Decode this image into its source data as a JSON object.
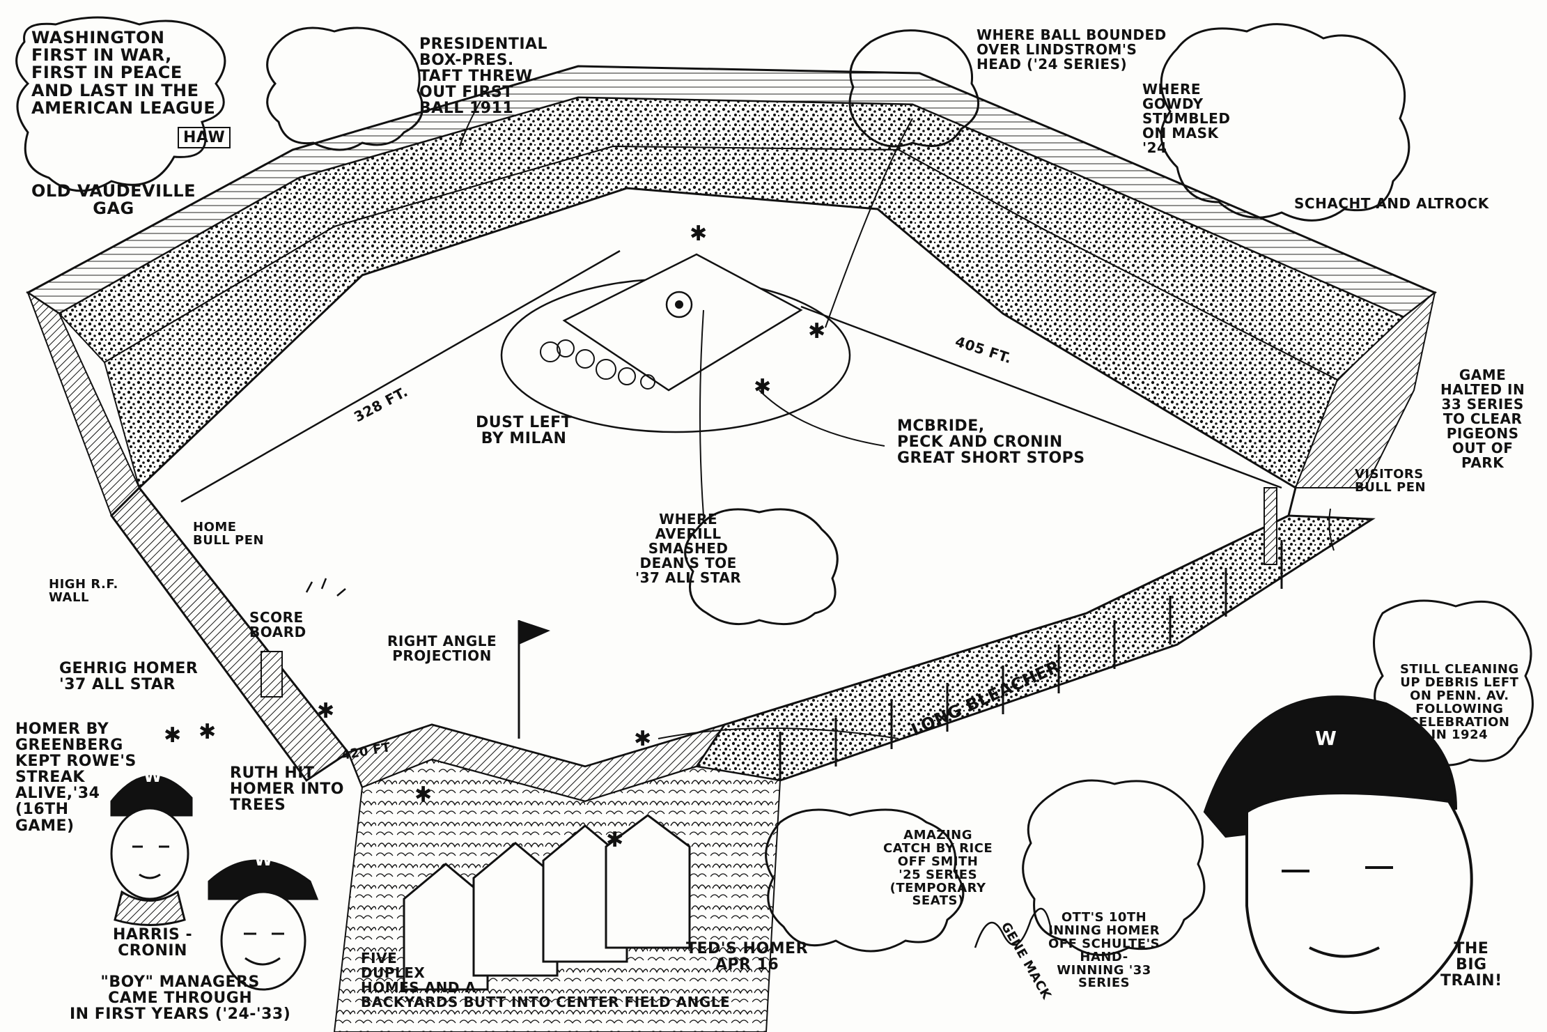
{
  "captions": {
    "washington": "WASHINGTON\nFIRST IN WAR,\nFIRST IN PEACE\nAND LAST IN THE\nAMERICAN LEAGUE",
    "haw": "HAW",
    "vaudeville": "OLD VAUDEVILLE\nGAG",
    "presidential": "PRESIDENTIAL\nBOX-PRES.\nTAFT THREW\nOUT FIRST\nBALL 1911",
    "lindstrom": "WHERE BALL BOUNDED\nOVER LINDSTROM'S\nHEAD ('24 SERIES)",
    "gowdy": "WHERE\nGOWDY\nSTUMBLED\nON MASK\n'24",
    "schacht": "SCHACHT AND ALTROCK",
    "pigeons": "GAME\nHALTED IN\n33 SERIES\nTO CLEAR\nPIGEONS\nOUT OF\nPARK",
    "dist_405": "405 FT.",
    "dist_328": "328 FT.",
    "dust": "DUST LEFT\nBY MILAN",
    "shortstops": "McBRIDE,\nPECK AND CRONIN\nGREAT SHORT STOPS",
    "visitors_pen": "VISITORS\nBULL PEN",
    "home_pen": "HOME\nBULL PEN",
    "averill": "WHERE\nAVERILL\nSMASHED\nDEAN'S TOE\n'37 ALL STAR",
    "high_rf": "HIGH R.F.\nWALL",
    "scoreboard": "SCORE\nBOARD",
    "right_angle": "RIGHT ANGLE\nPROJECTION",
    "gehrig": "GEHRIG HOMER\n'37 ALL STAR",
    "greenberg": "HOMER BY\nGREENBERG\nKEPT ROWE'S\nSTREAK\nALIVE,'34\n(16TH\nGAME)",
    "ruth": "RUTH HIT\nHOMER INTO\nTREES",
    "dist_420": "420 FT",
    "long_bleacher": "LONG BLEACHER",
    "debris": "STILL CLEANING\nUP DEBRIS LEFT\nON PENN. AV.\nFOLLOWING\nCELEBRATION\nIN 1924",
    "rice": "AMAZING\nCATCH BY RICE\nOFF SMITH\n'25 SERIES\n(TEMPORARY\nSEATS)",
    "ott": "OTT'S 10TH\nINNING HOMER\nOFF SCHULTE'S\nHAND-\nWINNING '33\nSERIES",
    "big_train": "THE\nBIG\nTRAIN!",
    "harris_cronin": "HARRIS -\nCRONIN",
    "boy_manager": "\"BOY\" MANAGERS\nCAME THROUGH\nIN FIRST YEARS ('24-'33)",
    "duplex": "FIVE\nDUPLEX\nHOMES AND A\nBACKYARDS BUTT INTO CENTER FIELD ANGLE",
    "teds_homer": "TED'S HOMER\nAPR 16",
    "signature": "GENE MACK",
    "cap_letter": "W"
  },
  "colors": {
    "ink": "#111111",
    "paper": "#fdfdfb"
  }
}
